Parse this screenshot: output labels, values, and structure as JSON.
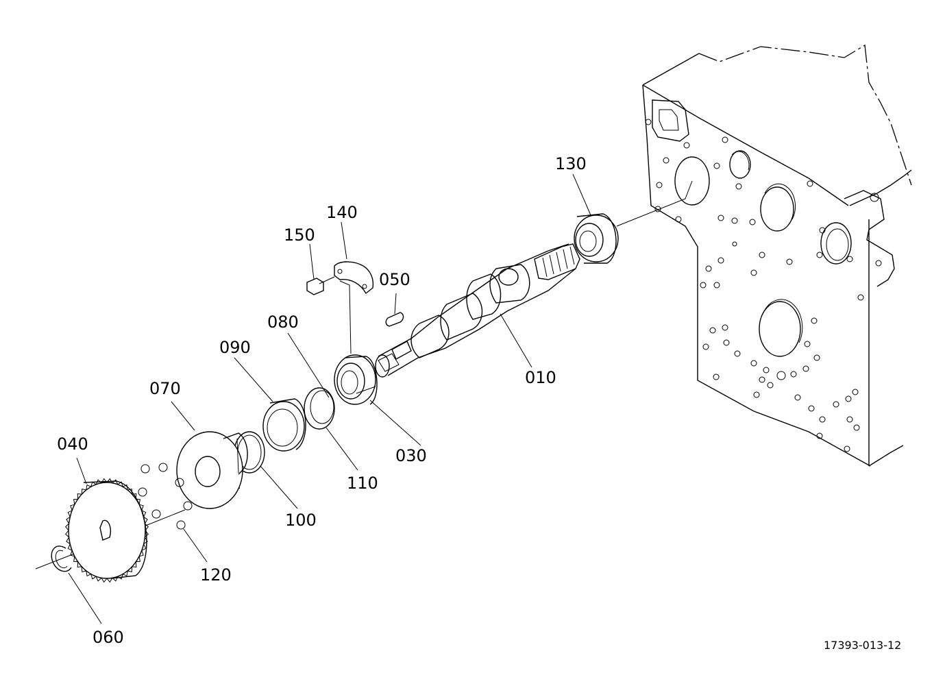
{
  "diagram": {
    "reference_code": "17393-013-12",
    "part_labels": {
      "p010": "010",
      "p030": "030",
      "p040": "040",
      "p050": "050",
      "p060": "060",
      "p070": "070",
      "p080": "080",
      "p090": "090",
      "p100": "100",
      "p110": "110",
      "p120": "120",
      "p130": "130",
      "p140": "140",
      "p150": "150"
    }
  }
}
